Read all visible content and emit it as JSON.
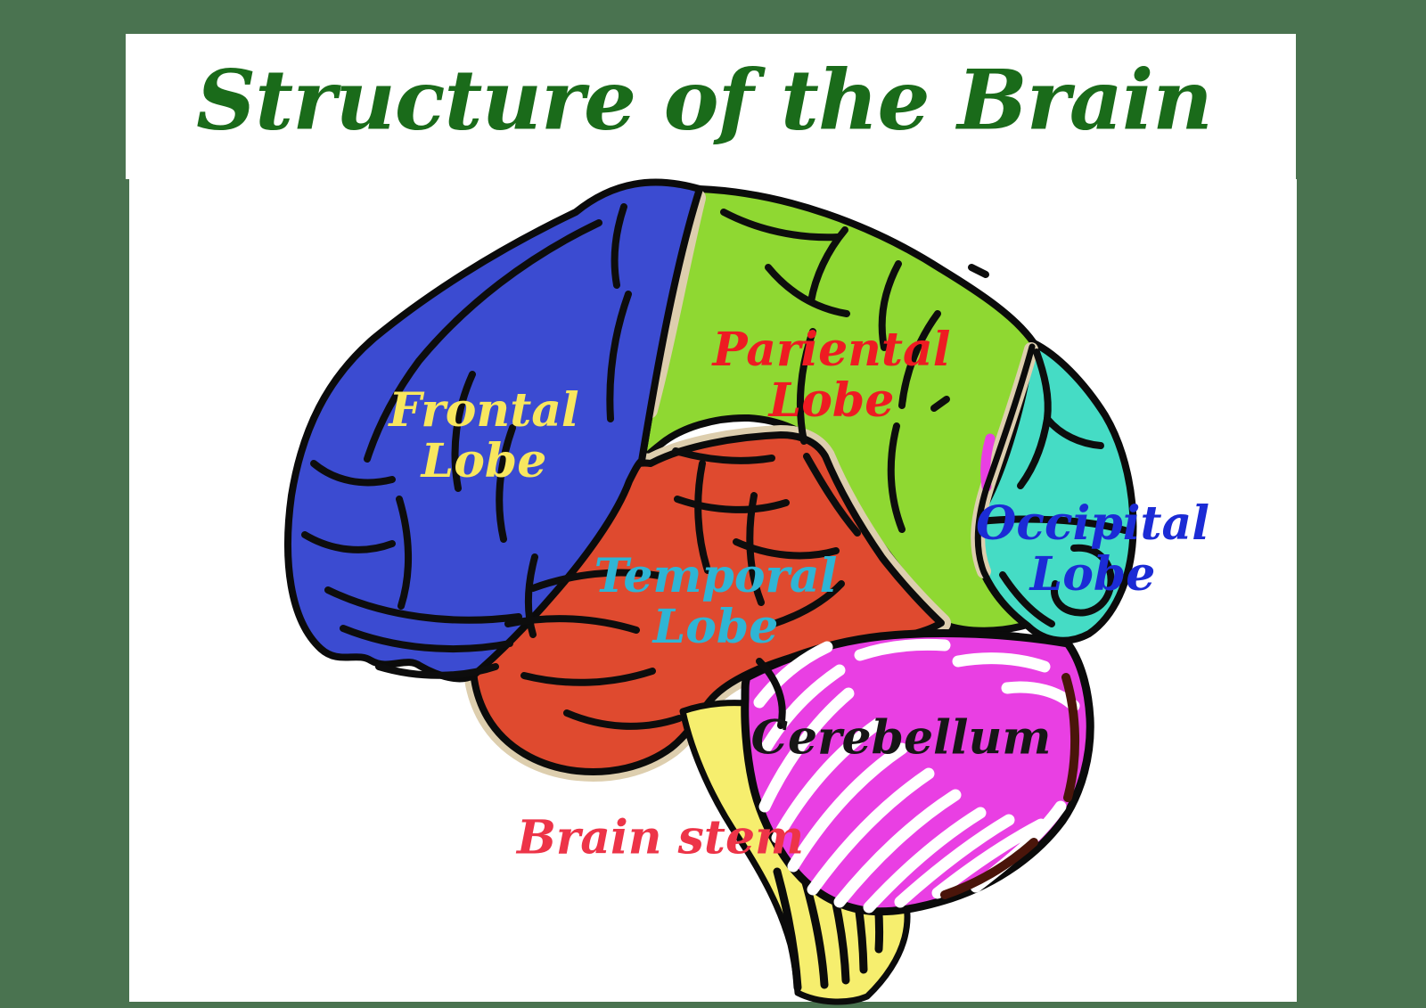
{
  "page": {
    "background_color": "#4a7350",
    "card_color": "#ffffff"
  },
  "title": {
    "text": "Structure of the Brain",
    "color": "#1a6b1a"
  },
  "brain": {
    "outline_color": "#0b0b0b",
    "halo_color": "#ddceae",
    "regions": {
      "frontal": {
        "label_line1": "Frontal",
        "label_line2": "Lobe",
        "label_color": "#f8e75f",
        "fill": "#3b4bd1"
      },
      "parietal": {
        "label_line1": "Pariental",
        "label_line2": "Lobe",
        "label_color": "#ee1b22",
        "fill": "#8fd832"
      },
      "occipital": {
        "label_line1": "Occipital",
        "label_line2": "Lobe",
        "label_color": "#1b2bd5",
        "fill": "#45dcc5"
      },
      "temporal": {
        "label_line1": "Temporal",
        "label_line2": "Lobe",
        "label_color": "#2fb5d5",
        "fill": "#df4a2f"
      },
      "cerebellum": {
        "label": "Cerebellum",
        "label_color": "#161616",
        "fill": "#e93fe3",
        "streak_color": "#ffffff",
        "shade_color": "#4a150a"
      },
      "brain_stem": {
        "label": "Brain stem",
        "label_color": "#ed3448",
        "fill": "#f6ee6e"
      }
    }
  }
}
